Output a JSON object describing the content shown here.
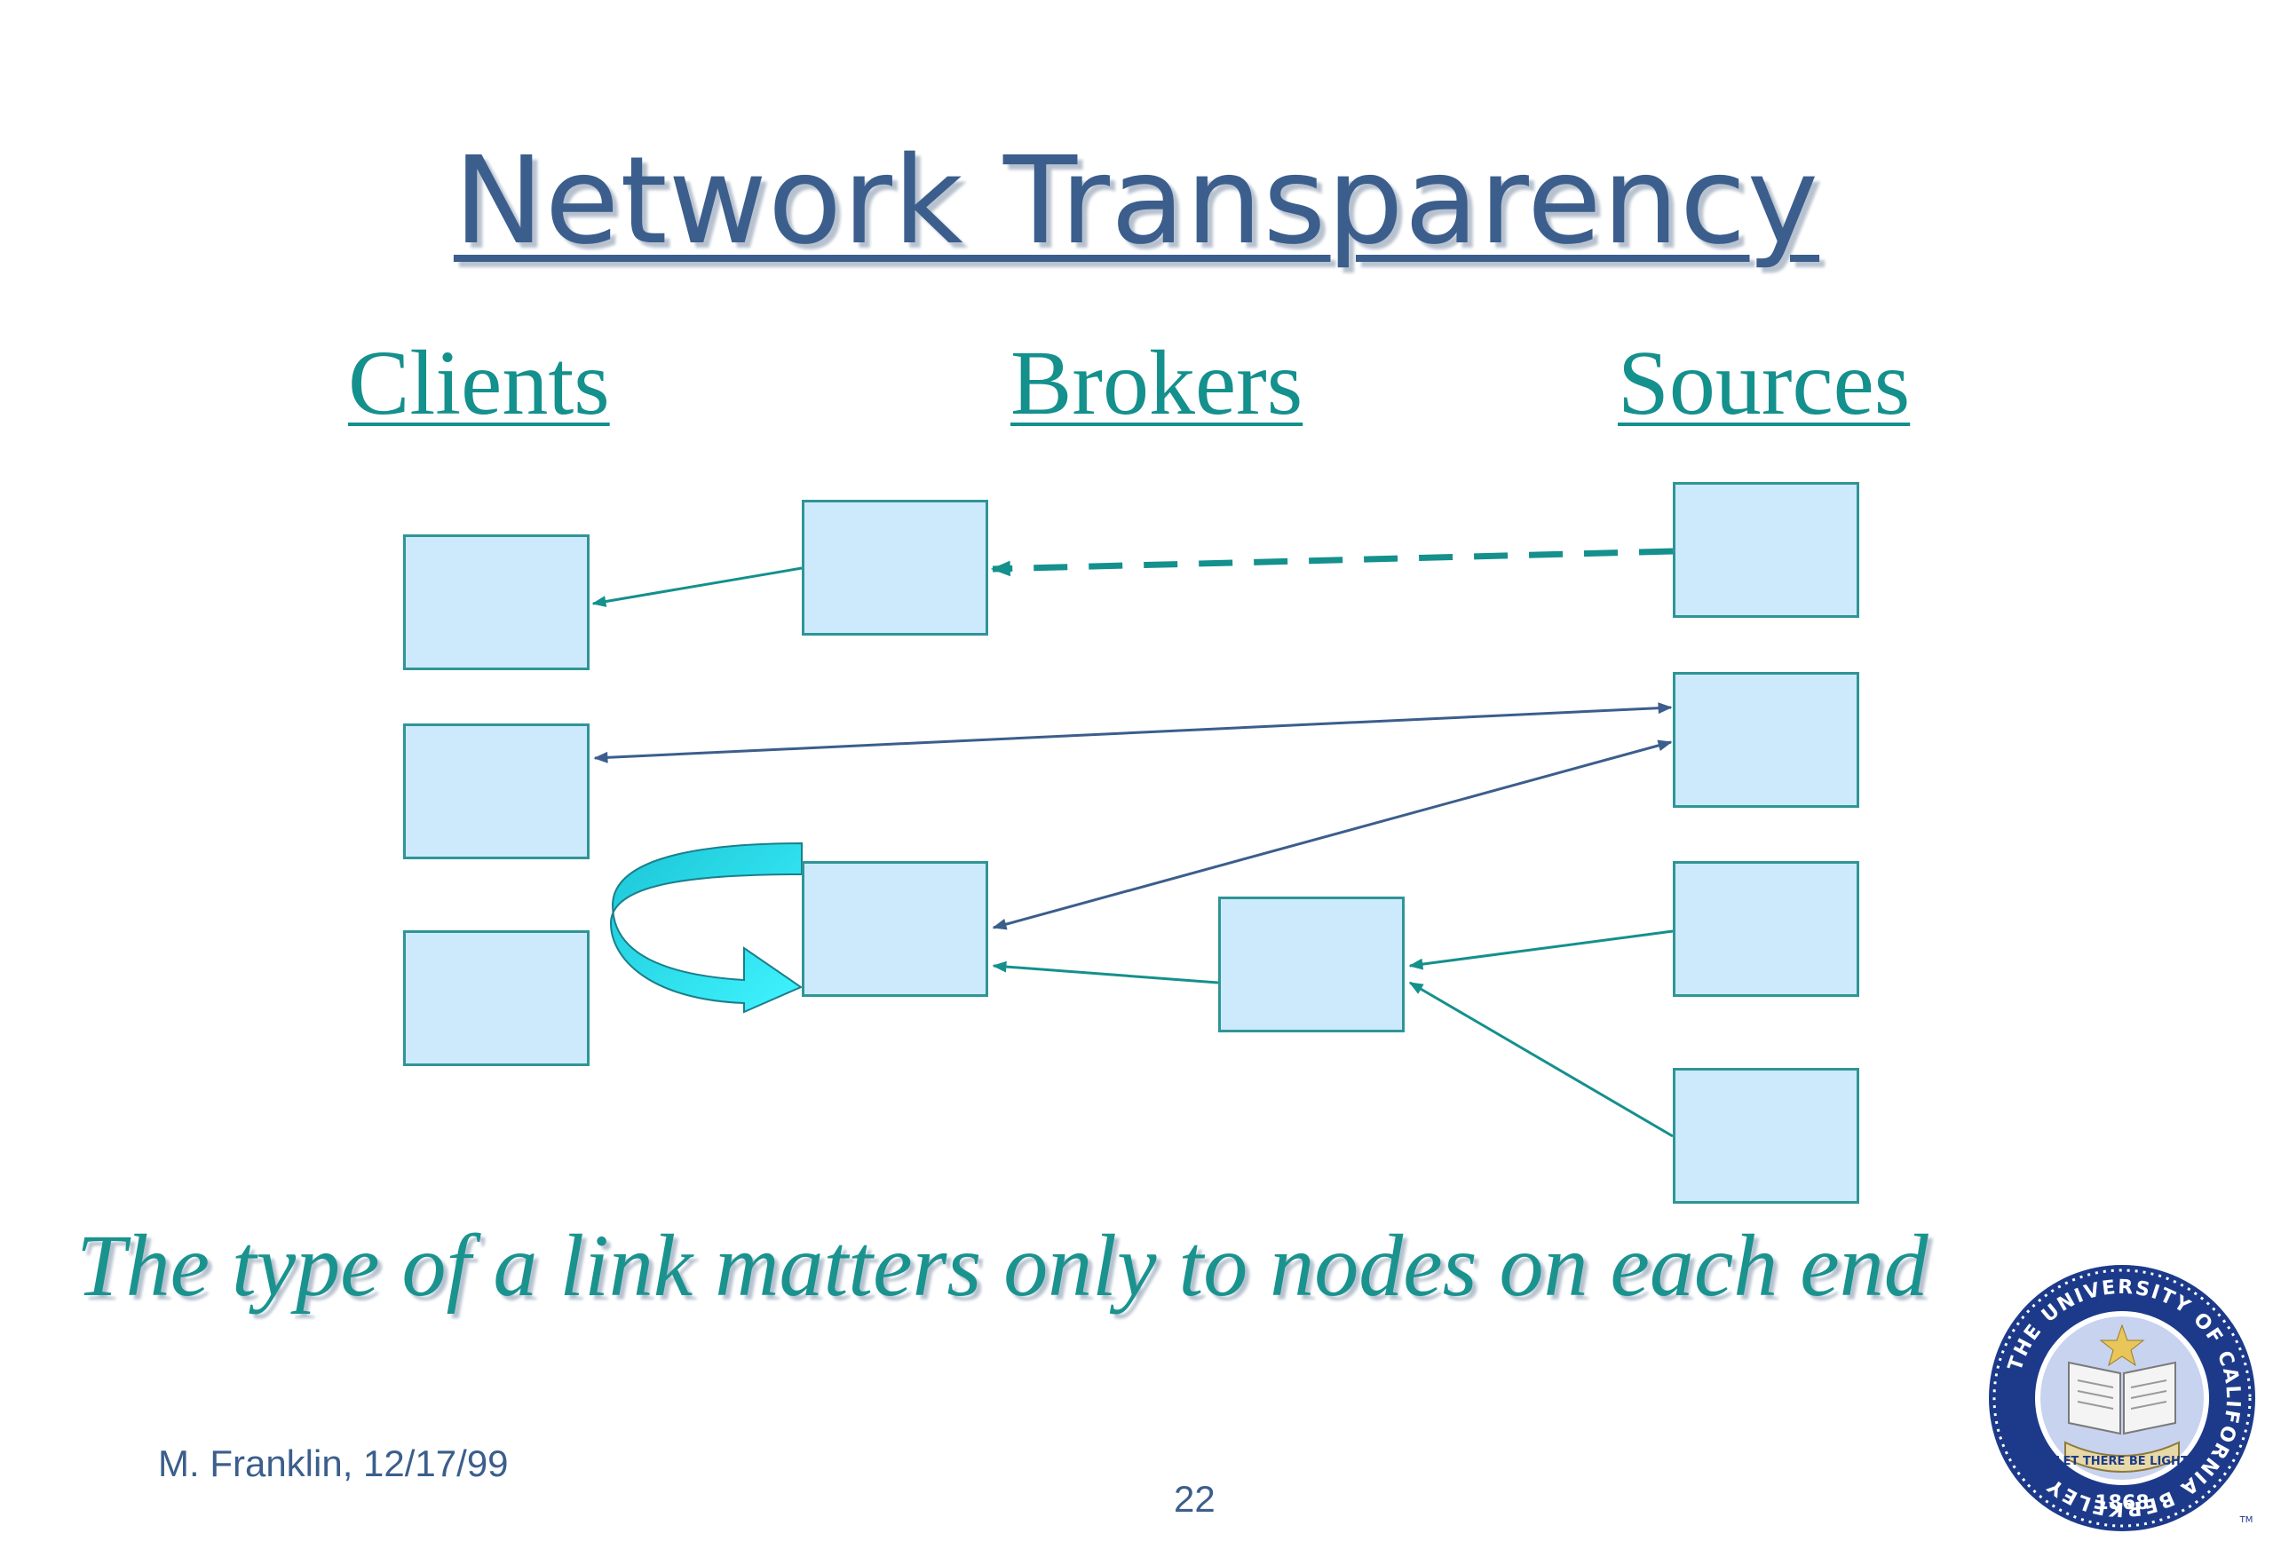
{
  "slide": {
    "title": "Network Transparency",
    "columns": {
      "clients": "Clients",
      "brokers": "Brokers",
      "sources": "Sources"
    },
    "caption": "The type of a link matters only to nodes on each end",
    "author": "M. Franklin, 12/17/99",
    "page_number": "22"
  },
  "seal": {
    "ring_text": "THE UNIVERSITY OF CALIFORNIA BERKELEY",
    "motto": "LET THERE BE LIGHT",
    "year": "1868",
    "tm": "TM"
  },
  "colors": {
    "title": "#3b5e8c",
    "teal": "#14908d",
    "node_fill": "#cdeafd",
    "node_border": "#2f9596",
    "navy_edge": "#3b5e8c",
    "cyan_arrow": "#2ee8f5"
  }
}
